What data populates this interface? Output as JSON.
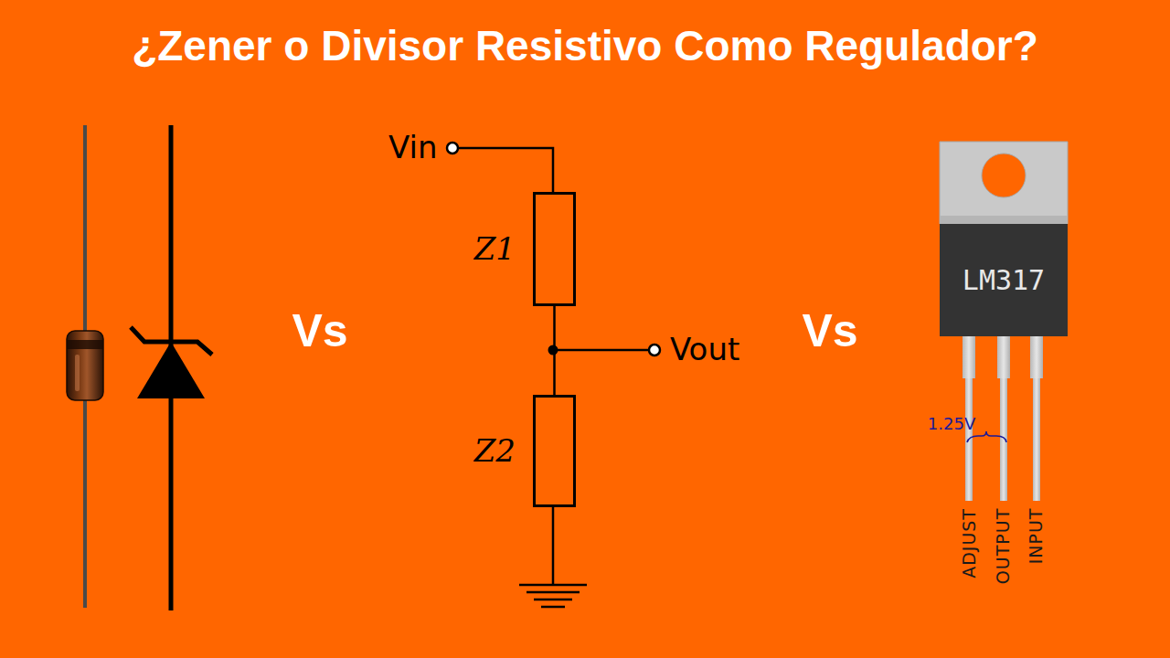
{
  "diagram": {
    "title": "¿Zener o Divisor Resistivo Como Regulador?",
    "nodes": [
      {
        "text": [
          "Z1"
        ]
      },
      {
        "text": [
          "Z2"
        ]
      },
      {
        "text": [
          "LM317"
        ]
      }
    ],
    "edges": [
      {
        "from": 0,
        "to": 1,
        "arrow": "none"
      }
    ],
    "labels": [
      "Vin",
      "Vout",
      "Vs",
      "Vs",
      "1.25V",
      "ADJUST",
      "OUTPUT",
      "INPUT"
    ]
  }
}
